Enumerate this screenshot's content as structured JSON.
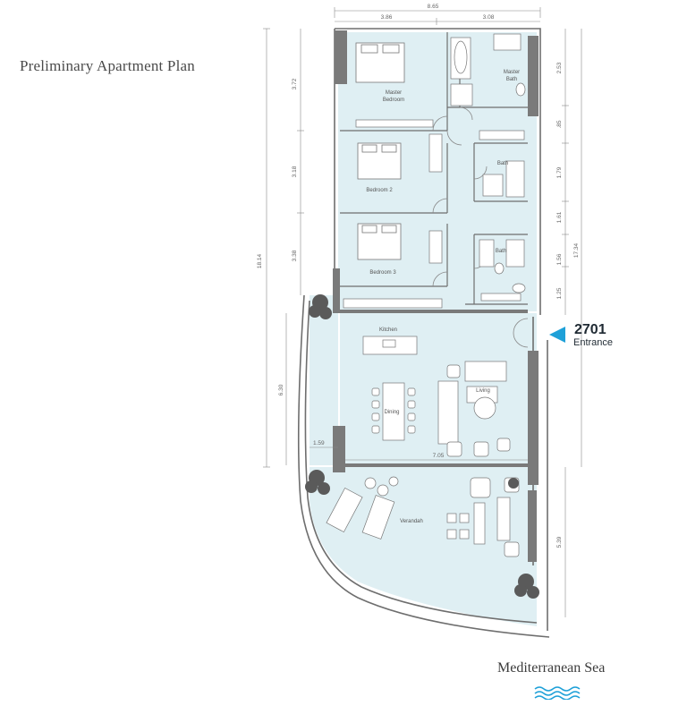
{
  "title": "Preliminary Apartment Plan",
  "entrance": {
    "unit_number": "2701",
    "label": "Entrance",
    "marker_color": "#1ea0d8"
  },
  "sea_label": "Mediterranean Sea",
  "colors": {
    "floor_tint": "#dfeff3",
    "wall": "#6e6e6e",
    "outline": "#7a7a7a",
    "sea": "#1ea0d8"
  },
  "rooms": {
    "master_bedroom_1": "Master",
    "master_bedroom_2": "Bedroom",
    "master_bath_1": "Master",
    "master_bath_2": "Bath",
    "bath_1": "Bath",
    "bath_2": "Bath",
    "bedroom_2": "Bedroom 2",
    "bedroom_3": "Bedroom 3",
    "kitchen": "Kitchen",
    "living": "Living",
    "dining": "Dining",
    "verandah": "Verandah"
  },
  "dimensions": {
    "top_total": "8.65",
    "top_left": "3.86",
    "top_right": "3.08",
    "left_total": "18.14",
    "left_1": "3.72",
    "left_2": "3.18",
    "left_3": "3.38",
    "left_4": "6.30",
    "left_5": "1.59",
    "right_total": "17.34",
    "right_1": "2.53",
    "right_2": ".85",
    "right_3": "1.79",
    "right_4": "1.61",
    "right_5": "1.56",
    "right_6": "1.25",
    "right_7": "5.39",
    "living_width": "7.05"
  }
}
